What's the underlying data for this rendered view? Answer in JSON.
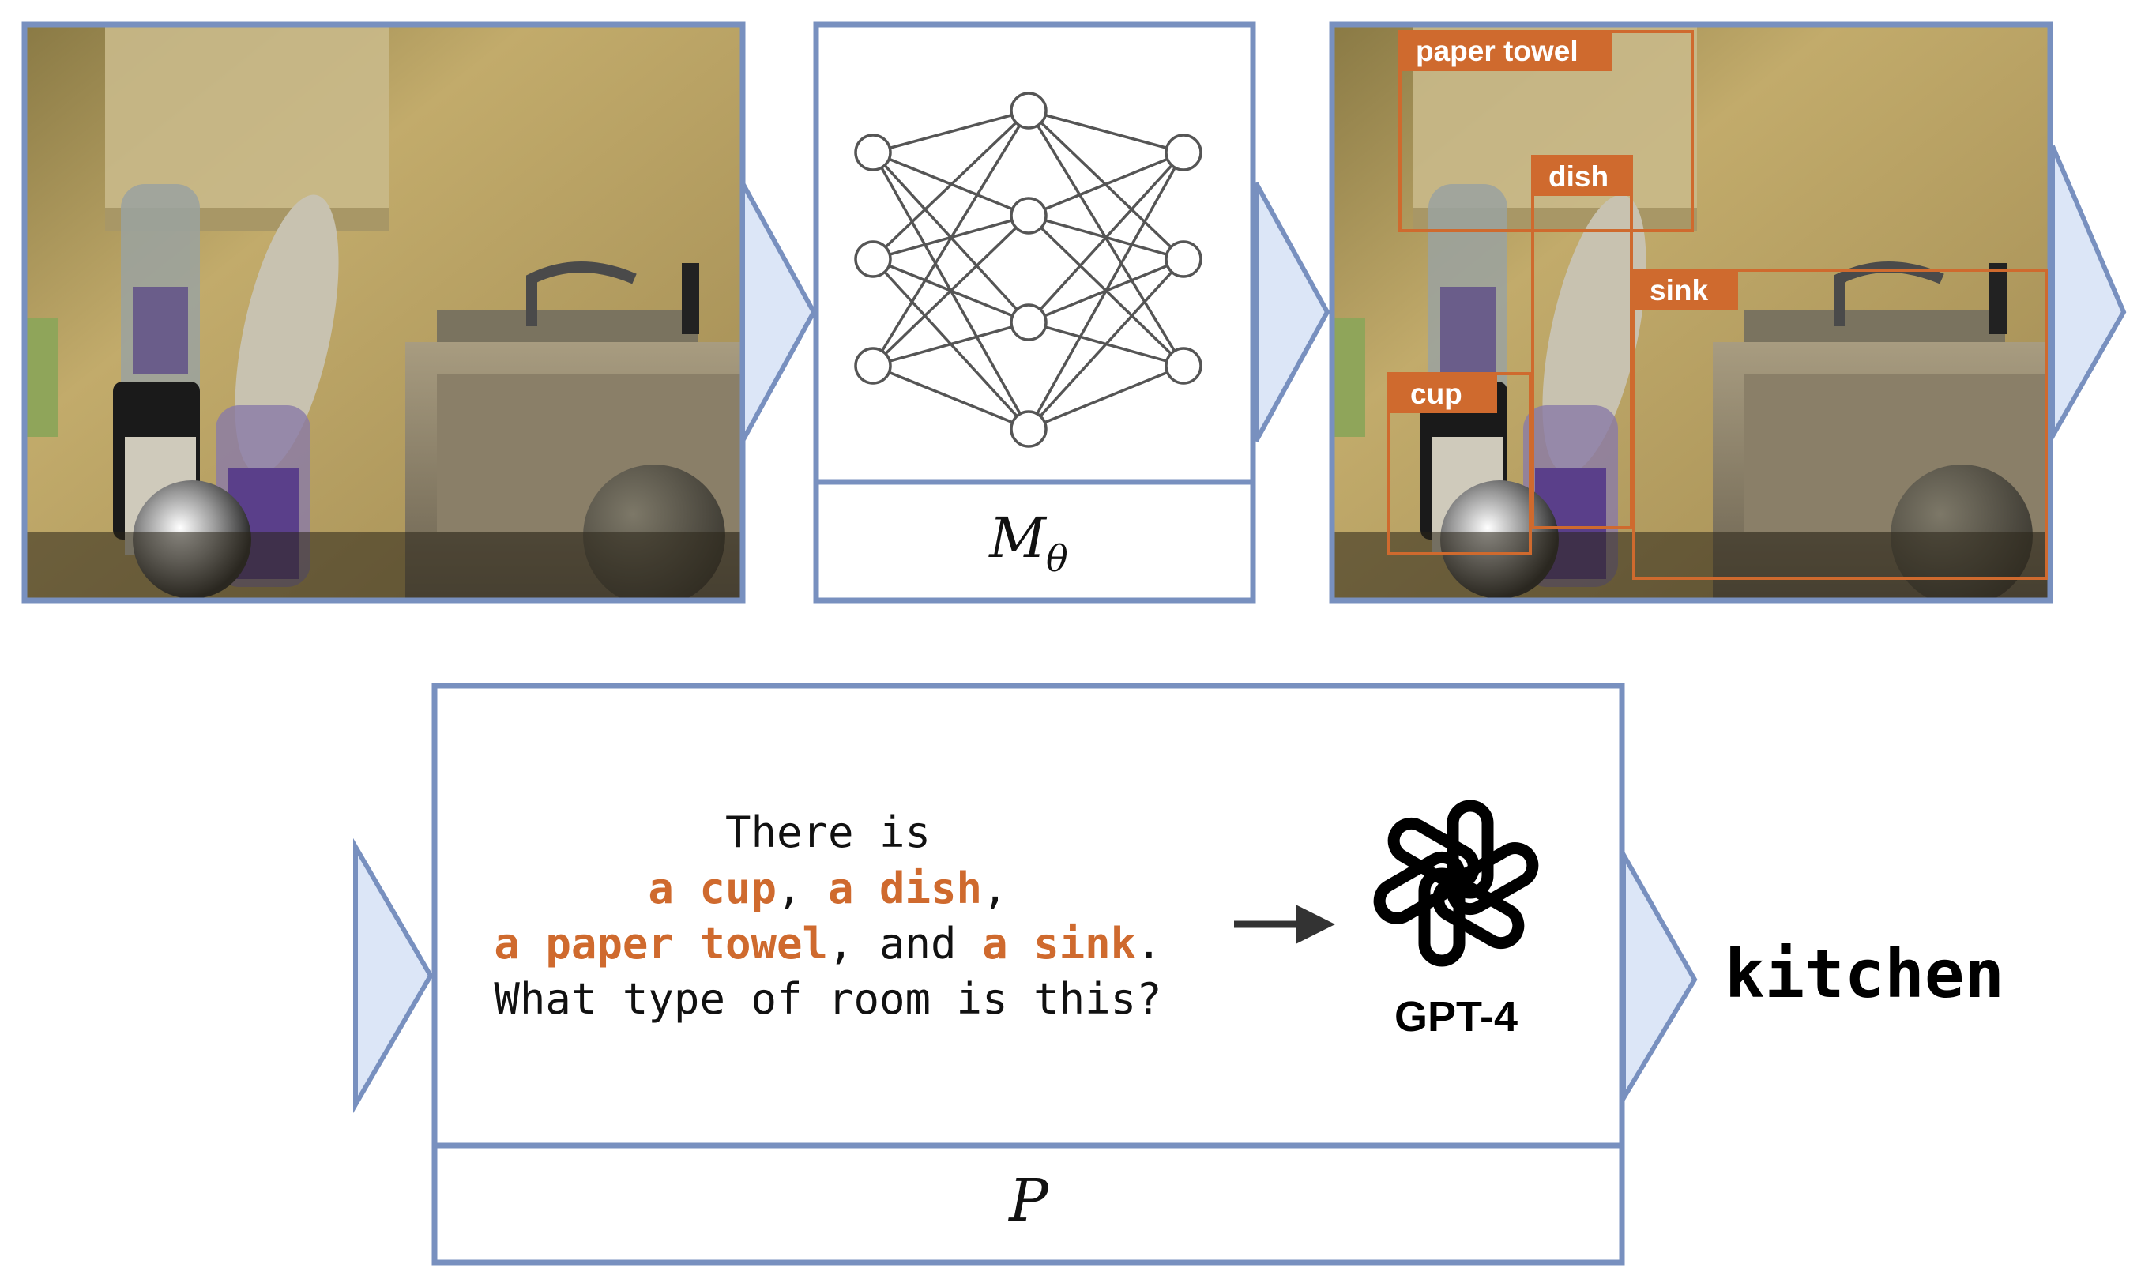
{
  "colors": {
    "frame_blue": "#7890bf",
    "arrow_fill": "#dce6f7",
    "highlight_orange": "#cf6a2e",
    "label_bg_orange": "#cf6a2e",
    "text_black": "#111111",
    "photo_wall": "#b7a064",
    "photo_steel": "#8c8068"
  },
  "model": {
    "label": "M",
    "label_subscript": "θ",
    "icon": "neural-network-icon"
  },
  "detections": [
    {
      "label": "paper towel"
    },
    {
      "label": "dish"
    },
    {
      "label": "sink"
    },
    {
      "label": "cup"
    }
  ],
  "prompt": {
    "label": "P",
    "lines": {
      "l1": {
        "text": "There is"
      },
      "l2": {
        "h1": "a cup",
        "sep1": ", ",
        "h2": "a dish",
        "end": ","
      },
      "l3": {
        "h1": "a paper towel",
        "mid": ", and ",
        "h2": "a sink",
        "end": "."
      },
      "l4": {
        "text": "What type of room is this?"
      }
    }
  },
  "llm": {
    "name": "GPT-4",
    "icon": "openai-logo-icon"
  },
  "output": {
    "text": "kitchen"
  }
}
